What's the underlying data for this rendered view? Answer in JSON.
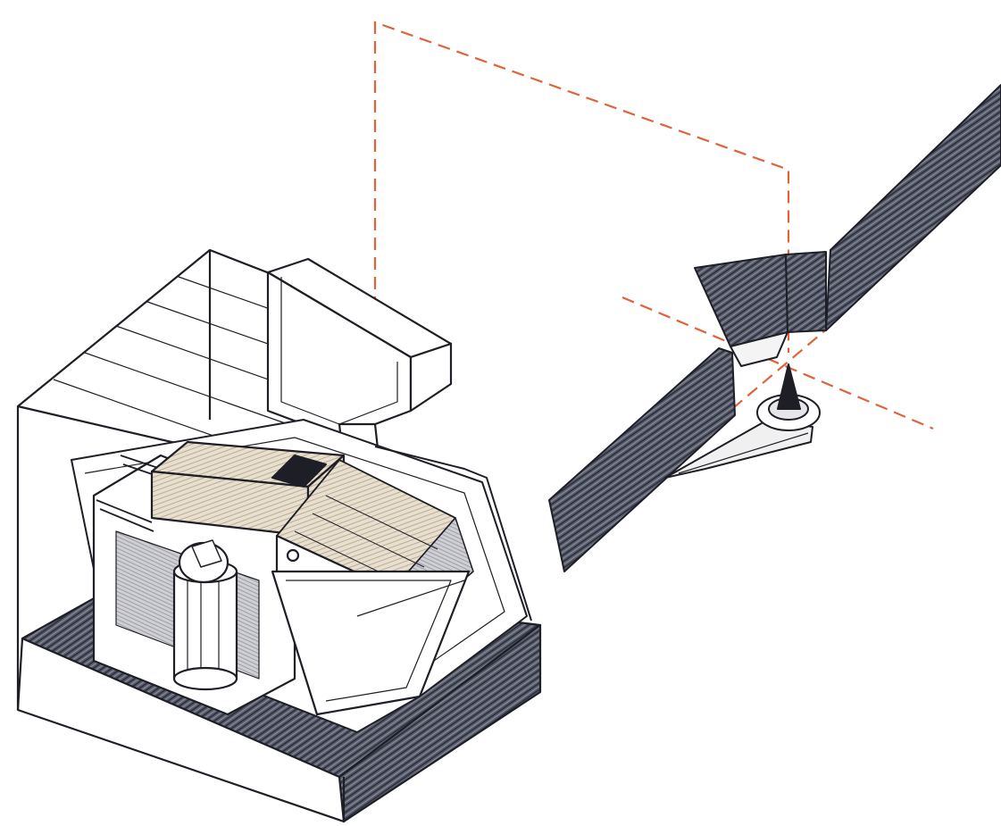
{
  "diagram": {
    "style": "cutaway technical illustration",
    "colors": {
      "outline": "#1e1e26",
      "hatch_dark": "#4a4e5e",
      "hatch_light": "#8a8d98",
      "shade_warm": "#d9cdb8",
      "guide_line": "#e0633a",
      "paper": "#ffffff"
    },
    "parts": [
      {
        "name": "housing",
        "icon": "transparent-box-shape"
      },
      {
        "name": "base-plate",
        "icon": "hatched-slab-shape"
      },
      {
        "name": "cartridge-body",
        "icon": "shaded-block-shape"
      },
      {
        "name": "tonearm-mount",
        "icon": "cylinder-shape"
      },
      {
        "name": "record-groove",
        "icon": "hatched-strip-shape"
      },
      {
        "name": "stylus",
        "icon": "cone-shape"
      },
      {
        "name": "cantilever",
        "icon": "arm-shape"
      }
    ]
  }
}
